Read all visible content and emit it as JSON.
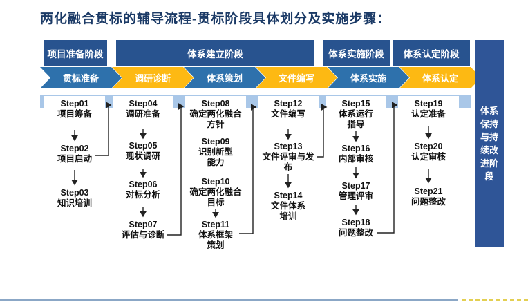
{
  "title": "两化融合贯标的辅导流程-贯标阶段具体划分及实施步骤：",
  "phases": [
    {
      "label": "项目准备阶段"
    },
    {
      "label": "体系建立阶段"
    },
    {
      "label": "体系实施阶段"
    },
    {
      "label": "体系认定阶段"
    }
  ],
  "chevrons": [
    {
      "label": "贯标准备",
      "color": "#2e71ac"
    },
    {
      "label": "调研诊断",
      "color": "#fdb913"
    },
    {
      "label": "体系策划",
      "color": "#2e71ac"
    },
    {
      "label": "文件编写",
      "color": "#fdb913"
    },
    {
      "label": "体系实施",
      "color": "#2e71ac"
    },
    {
      "label": "体系认定",
      "color": "#fdb913"
    }
  ],
  "sidebar": {
    "label": "体系\n保持\n与持\n续改\n进阶\n段"
  },
  "columns": [
    {
      "steps": [
        {
          "num": "Step01",
          "name": "项目筹备"
        },
        {
          "num": "Step02",
          "name": "项目启动"
        },
        {
          "num": "Step03",
          "name": "知识培训"
        }
      ]
    },
    {
      "steps": [
        {
          "num": "Step04",
          "name": "调研准备"
        },
        {
          "num": "Step05",
          "name": "现状调研"
        },
        {
          "num": "Step06",
          "name": "对标分析"
        },
        {
          "num": "Step07",
          "name": "评估与诊断"
        }
      ]
    },
    {
      "steps": [
        {
          "num": "Step08",
          "name": "确定两化融合\n方针"
        },
        {
          "num": "Step09",
          "name": "识别新型\n能力"
        },
        {
          "num": "Step10",
          "name": "确定两化融合\n目标"
        },
        {
          "num": "Step11",
          "name": "体系框架\n策划"
        }
      ]
    },
    {
      "steps": [
        {
          "num": "Step12",
          "name": "文件编写"
        },
        {
          "num": "Step13",
          "name": "文件评审与发\n布"
        },
        {
          "num": "Step14",
          "name": "文件体系\n培训"
        }
      ]
    },
    {
      "steps": [
        {
          "num": "Step15",
          "name": "体系运行\n指导"
        },
        {
          "num": "Step16",
          "name": "内部审核"
        },
        {
          "num": "Step17",
          "name": "管理评审"
        },
        {
          "num": "Step18",
          "name": "问题整改"
        }
      ]
    },
    {
      "steps": [
        {
          "num": "Step19",
          "name": "认定准备"
        },
        {
          "num": "Step20",
          "name": "认定审核"
        },
        {
          "num": "Step21",
          "name": "问题整改"
        }
      ]
    }
  ],
  "colors": {
    "phase_header_blue": "#28538f",
    "chevron_blue": "#2e71ac",
    "chevron_yellow": "#fdb913",
    "band_light_blue": "#a9c7e8",
    "sidebar_blue": "#2f5597",
    "title_navy": "#1b3a66"
  }
}
